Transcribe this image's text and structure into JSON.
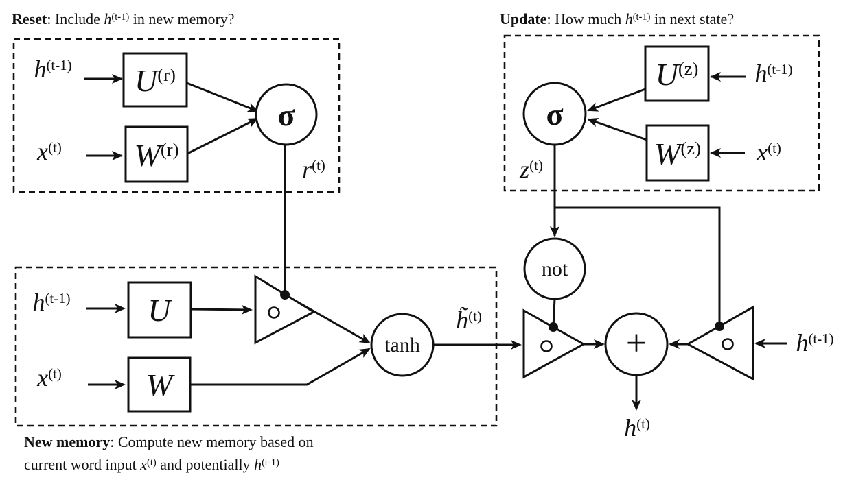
{
  "figure": {
    "description": "GRU gated recurrent unit block diagram"
  },
  "titles": {
    "reset": {
      "bold": "Reset",
      "pre": ": Include ",
      "var": "h",
      "sup": "(t-1)",
      "post": " in new memory?"
    },
    "update": {
      "bold": "Update",
      "pre": ": How much ",
      "var": "h",
      "sup": "(t-1)",
      "post": " in next state?"
    },
    "new_memory": {
      "bold": "New memory",
      "line1_rest": ": Compute new memory based on",
      "line2_pre": "current word input ",
      "var1": "x",
      "sup1": "(t)",
      "mid": " and potentially ",
      "var2": "h",
      "sup2": "(t-1)"
    }
  },
  "nodes": {
    "sigmoid": "σ",
    "not": "not",
    "tanh": "tanh",
    "plus": "+"
  },
  "weights": {
    "U_r": {
      "base": "U",
      "sup": "(r)"
    },
    "W_r": {
      "base": "W",
      "sup": "(r)"
    },
    "U_z": {
      "base": "U",
      "sup": "(z)"
    },
    "W_z": {
      "base": "W",
      "sup": "(z)"
    },
    "U": {
      "base": "U",
      "sup": ""
    },
    "W": {
      "base": "W",
      "sup": ""
    }
  },
  "signals": {
    "h_prev": {
      "base": "h",
      "sup": "(t-1)"
    },
    "x_t": {
      "base": "x",
      "sup": "(t)"
    },
    "r_t": {
      "base": "r",
      "sup": "(t)"
    },
    "z_t": {
      "base": "z",
      "sup": "(t)"
    },
    "h_tilde": {
      "base": "h̃",
      "sup": "(t)"
    },
    "h_t": {
      "base": "h",
      "sup": "(t)"
    }
  },
  "icons": {
    "hadamard_gate": "∘",
    "junction_dot": "●",
    "arrowhead": "➤"
  },
  "colors": {
    "stroke": "#111111",
    "background": "#ffffff"
  }
}
